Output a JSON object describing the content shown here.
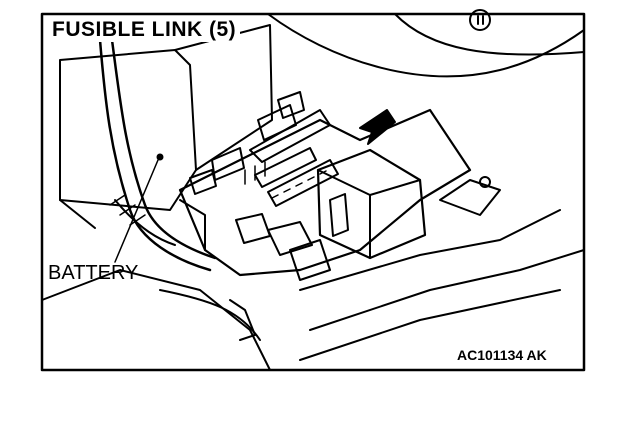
{
  "figure": {
    "title": "FUSIBLE LINK (5)",
    "callout_label": "BATTERY",
    "figure_code": "AC101134 AK"
  }
}
